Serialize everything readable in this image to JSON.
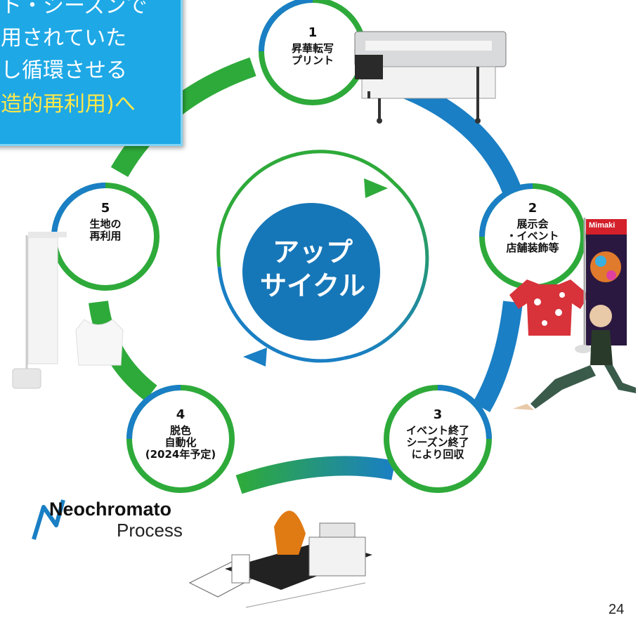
{
  "callout": {
    "lines": [
      "ト・シーズンで",
      "用されていた",
      "し循環させる",
      "造的再利用)へ"
    ]
  },
  "center": {
    "line1": "アップ",
    "line2": "サイクル"
  },
  "nodes": [
    {
      "num": "1",
      "line1": "昇華転写",
      "line2": "プリント"
    },
    {
      "num": "2",
      "line1": "展示会",
      "line2": "・イベント",
      "line3": "店舗装飾等"
    },
    {
      "num": "3",
      "line1": "イベント終了",
      "line2": "シーズン終了",
      "line3": "により回収"
    },
    {
      "num": "4",
      "line1": "脱色",
      "line2": "自動化",
      "line3": "(2024年予定)"
    },
    {
      "num": "5",
      "line1": "生地の",
      "line2": "再利用"
    }
  ],
  "brand": {
    "title": "Neochromato",
    "subtitle": "Process"
  },
  "banner_brand": "Mimaki",
  "page_number": "24",
  "colors": {
    "blue": "#1a7fc4",
    "green": "#2eaa3a",
    "callout_bg": "#1ea8e6",
    "highlight": "#ffe84a"
  },
  "icons": [
    "printer-image",
    "shirt-image",
    "banner-image",
    "model-image",
    "flag-image",
    "top-image",
    "machine-image",
    "neo-logo-icon"
  ]
}
